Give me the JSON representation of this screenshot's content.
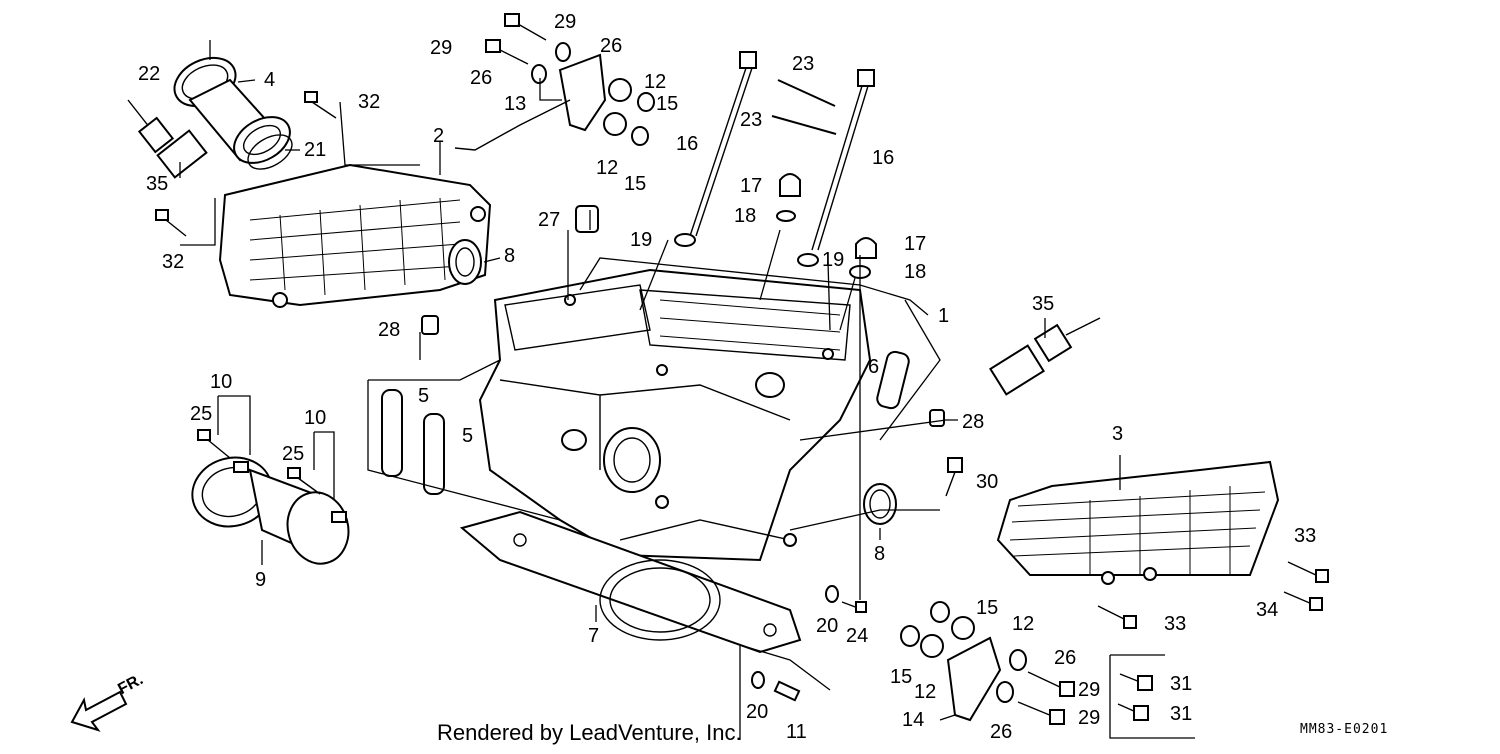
{
  "footer": {
    "credit": "Rendered by LeadVenture, Inc.",
    "diagram_code": "MM83-E0201"
  },
  "direction_label": "FR.",
  "callouts": [
    {
      "id": "c1",
      "text": "1"
    },
    {
      "id": "c2",
      "text": "2"
    },
    {
      "id": "c3",
      "text": "3"
    },
    {
      "id": "c4",
      "text": "4"
    },
    {
      "id": "c5a",
      "text": "5"
    },
    {
      "id": "c5b",
      "text": "5"
    },
    {
      "id": "c6",
      "text": "6"
    },
    {
      "id": "c7",
      "text": "7"
    },
    {
      "id": "c8a",
      "text": "8"
    },
    {
      "id": "c8b",
      "text": "8"
    },
    {
      "id": "c9",
      "text": "9"
    },
    {
      "id": "c10a",
      "text": "10"
    },
    {
      "id": "c10b",
      "text": "10"
    },
    {
      "id": "c11",
      "text": "11"
    },
    {
      "id": "c12a",
      "text": "12"
    },
    {
      "id": "c12b",
      "text": "12"
    },
    {
      "id": "c12c",
      "text": "12"
    },
    {
      "id": "c12d",
      "text": "12"
    },
    {
      "id": "c13",
      "text": "13"
    },
    {
      "id": "c14",
      "text": "14"
    },
    {
      "id": "c15a",
      "text": "15"
    },
    {
      "id": "c15b",
      "text": "15"
    },
    {
      "id": "c15c",
      "text": "15"
    },
    {
      "id": "c15d",
      "text": "15"
    },
    {
      "id": "c16a",
      "text": "16"
    },
    {
      "id": "c16b",
      "text": "16"
    },
    {
      "id": "c17a",
      "text": "17"
    },
    {
      "id": "c17b",
      "text": "17"
    },
    {
      "id": "c18a",
      "text": "18"
    },
    {
      "id": "c18b",
      "text": "18"
    },
    {
      "id": "c19a",
      "text": "19"
    },
    {
      "id": "c19b",
      "text": "19"
    },
    {
      "id": "c20a",
      "text": "20"
    },
    {
      "id": "c20b",
      "text": "20"
    },
    {
      "id": "c21",
      "text": "21"
    },
    {
      "id": "c22",
      "text": "22"
    },
    {
      "id": "c23a",
      "text": "23"
    },
    {
      "id": "c23b",
      "text": "23"
    },
    {
      "id": "c24",
      "text": "24"
    },
    {
      "id": "c25a",
      "text": "25"
    },
    {
      "id": "c25b",
      "text": "25"
    },
    {
      "id": "c26a",
      "text": "26"
    },
    {
      "id": "c26b",
      "text": "26"
    },
    {
      "id": "c26c",
      "text": "26"
    },
    {
      "id": "c26d",
      "text": "26"
    },
    {
      "id": "c27",
      "text": "27"
    },
    {
      "id": "c28a",
      "text": "28"
    },
    {
      "id": "c28b",
      "text": "28"
    },
    {
      "id": "c29a",
      "text": "29"
    },
    {
      "id": "c29b",
      "text": "29"
    },
    {
      "id": "c29c",
      "text": "29"
    },
    {
      "id": "c29d",
      "text": "29"
    },
    {
      "id": "c30",
      "text": "30"
    },
    {
      "id": "c31a",
      "text": "31"
    },
    {
      "id": "c31b",
      "text": "31"
    },
    {
      "id": "c32a",
      "text": "32"
    },
    {
      "id": "c32b",
      "text": "32"
    },
    {
      "id": "c33a",
      "text": "33"
    },
    {
      "id": "c33b",
      "text": "33"
    },
    {
      "id": "c34",
      "text": "34"
    },
    {
      "id": "c35a",
      "text": "35"
    },
    {
      "id": "c35b",
      "text": "35"
    }
  ]
}
